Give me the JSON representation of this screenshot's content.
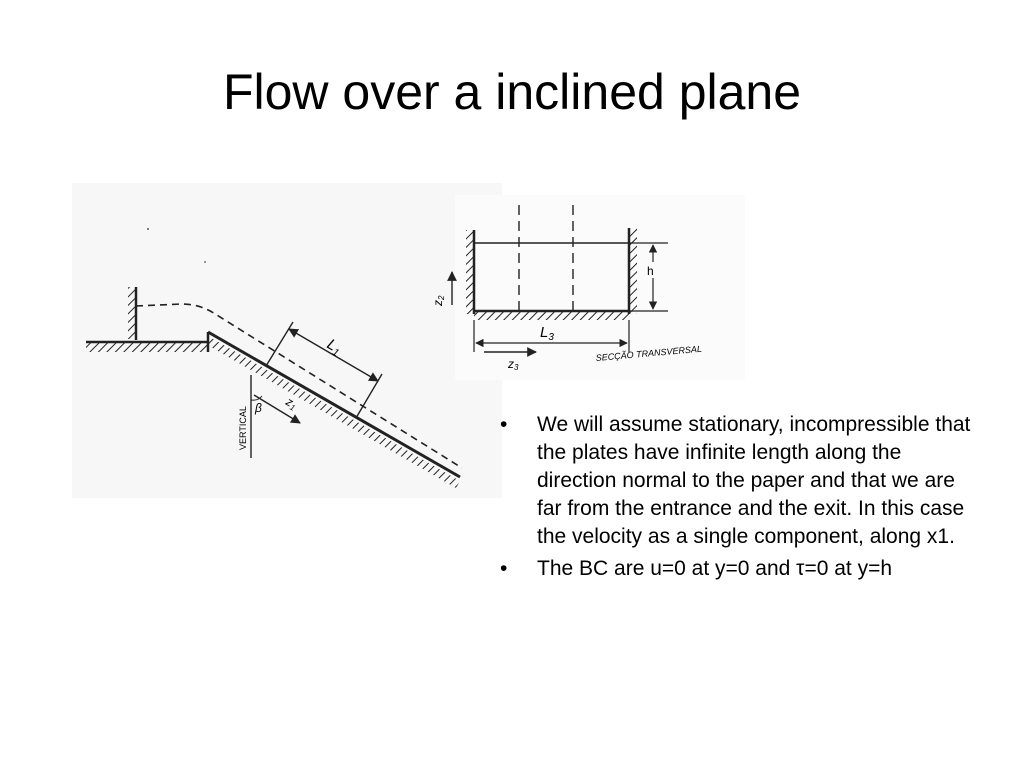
{
  "slide": {
    "title": "Flow over a inclined plane"
  },
  "figure": {
    "label_h": "h",
    "label_l1": "L",
    "label_l1_sub": "1",
    "label_l3": "L",
    "label_l3_sub": "3",
    "label_z1": "z",
    "label_z1_sub": "1",
    "label_z2": "z",
    "label_z2_sub": "2",
    "label_z3": "z",
    "label_z3_sub": "3",
    "label_vertical": "VERTICAL",
    "label_beta": "β",
    "label_section": "SECÇÃO TRANSVERSAL"
  },
  "bullets": [
    {
      "marker": "•",
      "text": "We will assume stationary, incompressible that the plates have infinite length along the direction normal to the paper and that we are far from the entrance and the exit. In this case the velocity as a single component, along x1."
    },
    {
      "marker": "•",
      "text": "The BC are u=0 at y=0 and τ=0 at y=h"
    }
  ]
}
